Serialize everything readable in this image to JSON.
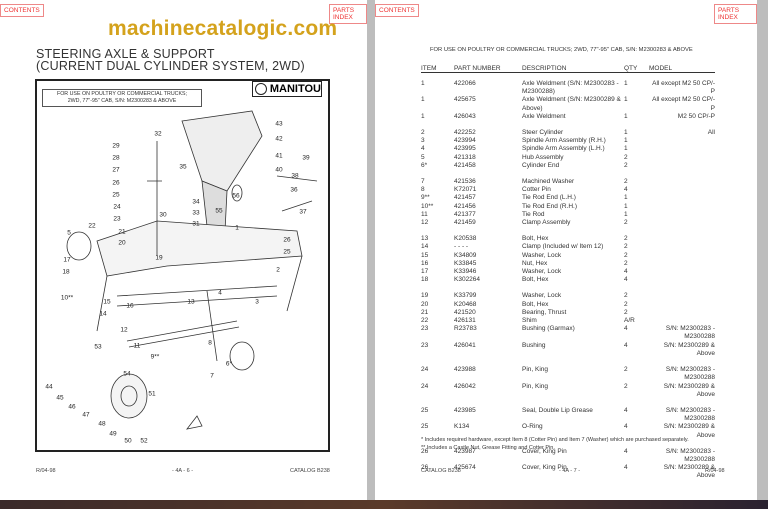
{
  "nav": {
    "contents": "CONTENTS",
    "parts_index": "PARTS INDEX"
  },
  "left": {
    "title1": "STEERING AXLE & SUPPORT",
    "title2": "(CURRENT DUAL CYLINDER SYSTEM, 2WD)",
    "usage1": "FOR USE ON POULTRY OR COMMERCIAL TRUCKS;",
    "usage2": "2WD, 77\"-95\" CAB, S/N: M2300283 & ABOVE",
    "logo": "MANITOU",
    "callouts": [
      "43",
      "42",
      "41",
      "40",
      "39",
      "38",
      "36",
      "37",
      "32",
      "29",
      "28",
      "27",
      "26",
      "25",
      "24",
      "23",
      "35",
      "34",
      "33",
      "31",
      "30",
      "55",
      "56",
      "22",
      "21",
      "20",
      "5",
      "19",
      "1",
      "26",
      "25",
      "17",
      "18",
      "10**",
      "15",
      "14",
      "16",
      "13",
      "12",
      "11",
      "8",
      "9**",
      "7",
      "6*",
      "2",
      "3",
      "4",
      "53",
      "54",
      "44",
      "45",
      "46",
      "47",
      "48",
      "49",
      "50",
      "51",
      "52"
    ],
    "footer": {
      "date": "R/04-98",
      "page": "- 4A - 6 -",
      "catalog": "CATALOG B238"
    }
  },
  "right": {
    "heading": "FOR USE ON POULTRY OR COMMERCIAL TRUCKS; 2WD, 77\"-95\" CAB, S/N: M2300283 & ABOVE",
    "columns": [
      "ITEM",
      "PART NUMBER",
      "DESCRIPTION",
      "QTY",
      "MODEL"
    ],
    "groups": [
      [
        [
          "1",
          "422066",
          "Axle Weldment (S/N: M2300283 - M2300288)",
          "1",
          "All except M2 50 CP/-P"
        ],
        [
          "1",
          "425675",
          "Axle Weldment (S/N: M2300289 & Above)",
          "1",
          "All except M2 50 CP/-P"
        ],
        [
          "1",
          "426043",
          "Axle Weldment",
          "1",
          "M2 50 CP/-P"
        ]
      ],
      [
        [
          "2",
          "422252",
          "Steer Cylinder",
          "1",
          "All"
        ],
        [
          "3",
          "423994",
          "Spindle Arm Assembly (R.H.)",
          "1",
          ""
        ],
        [
          "4",
          "423995",
          "Spindle Arm Assembly (L.H.)",
          "1",
          ""
        ],
        [
          "5",
          "421318",
          "Hub Assembly",
          "2",
          ""
        ],
        [
          "6*",
          "421458",
          "Cylinder End",
          "2",
          ""
        ]
      ],
      [
        [
          "7",
          "421536",
          "Machined Washer",
          "2",
          ""
        ],
        [
          "8",
          "K72071",
          "Cotter Pin",
          "4",
          ""
        ],
        [
          "9**",
          "421457",
          "Tie Rod End (L.H.)",
          "1",
          ""
        ],
        [
          "10**",
          "421456",
          "Tie Rod End (R.H.)",
          "1",
          ""
        ],
        [
          "11",
          "421377",
          "Tie Rod",
          "1",
          ""
        ],
        [
          "12",
          "421459",
          "Clamp Assembly",
          "2",
          ""
        ]
      ],
      [
        [
          "13",
          "K20538",
          "Bolt, Hex",
          "2",
          ""
        ],
        [
          "14",
          "- - - -",
          "Clamp (Included w/ Item 12)",
          "2",
          ""
        ],
        [
          "15",
          "K34809",
          "Washer, Lock",
          "2",
          ""
        ],
        [
          "16",
          "K33845",
          "Nut, Hex",
          "2",
          ""
        ],
        [
          "17",
          "K33946",
          "Washer, Lock",
          "4",
          ""
        ],
        [
          "18",
          "K302264",
          "Bolt, Hex",
          "4",
          ""
        ]
      ],
      [
        [
          "19",
          "K33799",
          "Washer, Lock",
          "2",
          ""
        ],
        [
          "20",
          "K20468",
          "Bolt, Hex",
          "2",
          ""
        ],
        [
          "21",
          "421520",
          "Bearing, Thrust",
          "2",
          ""
        ],
        [
          "22",
          "426131",
          "Shim",
          "A/R",
          ""
        ],
        [
          "23",
          "R23783",
          "Bushing (Garmax)",
          "4",
          "S/N: M2300283 - M2300288"
        ],
        [
          "23",
          "426041",
          "Bushing",
          "4",
          "S/N: M2300289 & Above"
        ]
      ],
      [
        [
          "24",
          "423988",
          "Pin, King",
          "2",
          "S/N: M2300283 - M2300288"
        ],
        [
          "24",
          "426042",
          "Pin, King",
          "2",
          "S/N: M2300289 & Above"
        ]
      ],
      [
        [
          "25",
          "423985",
          "Seal, Double Lip Grease",
          "4",
          "S/N: M2300283 - M2300288"
        ],
        [
          "25",
          "K134",
          "O-Ring",
          "4",
          "S/N: M2300289 & Above"
        ]
      ],
      [
        [
          "26",
          "423987",
          "Cover, King Pin",
          "4",
          "S/N: M2300283 - M2300288"
        ],
        [
          "26",
          "425674",
          "Cover, King Pin",
          "4",
          "S/N: M2300289 & Above"
        ]
      ]
    ],
    "note1": "* Includes required hardware, except Item 8 (Cotter Pin) and Item 7 (Washer) which are purchased separately.",
    "note2": "** Includes a Castle Nut, Grease Fitting and Cotter Pin.",
    "footer": {
      "catalog": "CATALOG B238",
      "page": "- 4A - 7 -",
      "date": "R/04-98"
    }
  },
  "watermark": "machinecatalogic.com"
}
